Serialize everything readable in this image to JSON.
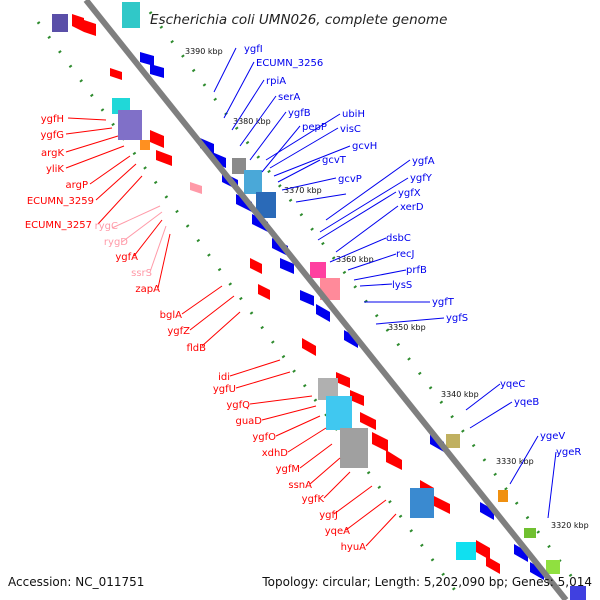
{
  "header": {
    "title": "Escherichia coli UMN026, complete genome"
  },
  "footer": {
    "accession": "Accession: NC_011751",
    "summary": "Topology: circular; Length: 5,202,090 bp; Genes: 5,014"
  },
  "colors": {
    "backbone": "#7f7f7f",
    "forward_gene": "#ff0000",
    "reverse_gene": "#0000ee",
    "rna_gene": "#ff9aa8",
    "tick_dots": "#2e8b2e"
  },
  "ticks": [
    "3390 kbp",
    "3380 kbp",
    "3370 kbp",
    "3360 kbp",
    "3350 kbp",
    "3340 kbp",
    "3330 kbp",
    "3320 kbp"
  ],
  "genes_right": [
    "ygfI",
    "ECUMN_3256",
    "rpiA",
    "serA",
    "ygfB",
    "pepP",
    "ubiH",
    "visC",
    "gcvH",
    "gcvT",
    "gcvP",
    "ygfA",
    "ygfY",
    "ygfX",
    "xerD",
    "dsbC",
    "recJ",
    "prfB",
    "lysS",
    "ygfT",
    "ygfS",
    "yqeC",
    "yqeB",
    "ygeV",
    "ygeR"
  ],
  "genes_left": [
    "ygfH",
    "ygfG",
    "argK",
    "yliK",
    "argP",
    "ECUMN_3259",
    "ECUMN_3257",
    "rygC",
    "rygD",
    "ygfA",
    "ssrS",
    "zapA",
    "bglA",
    "ygfZ",
    "fldB",
    "idi",
    "ygfU",
    "ygfQ",
    "guaD",
    "ygfO",
    "xdhD",
    "ygfM",
    "ssnA",
    "ygfK",
    "ygfJ",
    "yqeA",
    "hyuA"
  ]
}
